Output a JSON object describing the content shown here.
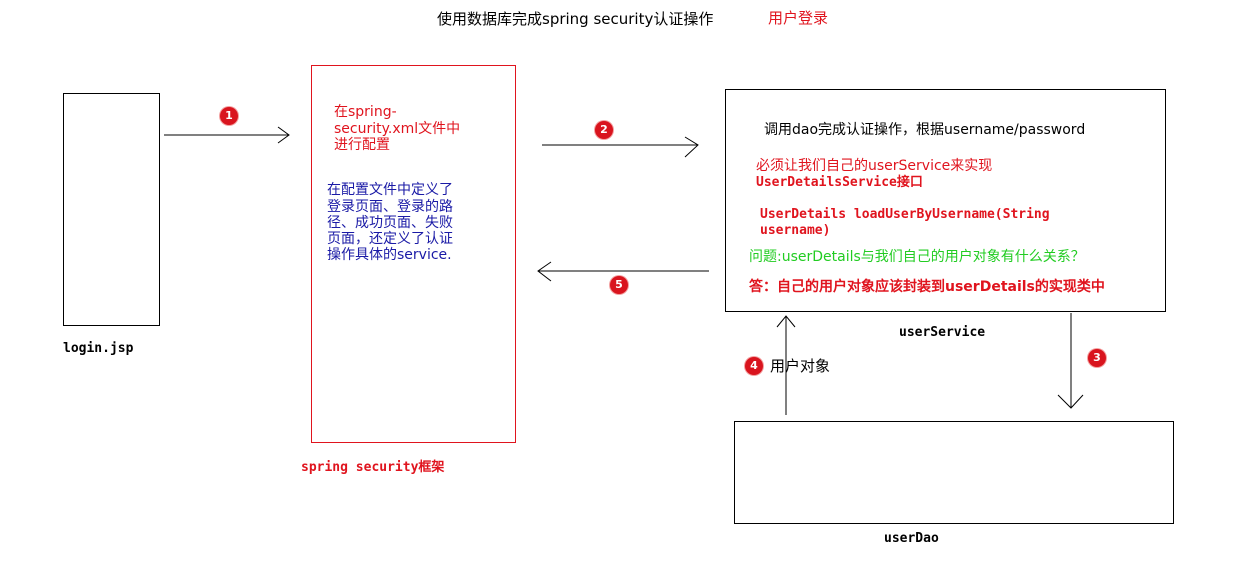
{
  "title": {
    "main": "使用数据库完成spring security认证操作",
    "sub": "用户登录"
  },
  "login": {
    "label": "login.jsp"
  },
  "spring": {
    "label": "spring security框架",
    "config_line1": "在spring-",
    "config_line2": "security.xml文件中",
    "config_line3": "进行配置",
    "desc_line1": "在配置文件中定义了",
    "desc_line2": "登录页面、登录的路",
    "desc_line3": "径、成功页面、失败",
    "desc_line4": "页面，还定义了认证",
    "desc_line5": "操作具体的service."
  },
  "service": {
    "label": "userService",
    "line1": "调用dao完成认证操作，根据username/password",
    "line2": "必须让我们自己的userService来实现",
    "line3": "UserDetailsService接口",
    "line4": "UserDetails loadUserByUsername(String",
    "line5": "username)",
    "question": "问题:userDetails与我们自己的用户对象有什么关系？",
    "answer": "答：自己的用户对象应该封装到userDetails的实现类中"
  },
  "dao": {
    "label": "userDao"
  },
  "steps": {
    "s1": "1",
    "s2": "2",
    "s3": "3",
    "s4": "4",
    "s5": "5",
    "s4_label": "用户对象"
  },
  "colors": {
    "red": "#e0141e",
    "blue": "#1a1aa6",
    "green": "#22cc22",
    "badge": "#d9141e"
  }
}
